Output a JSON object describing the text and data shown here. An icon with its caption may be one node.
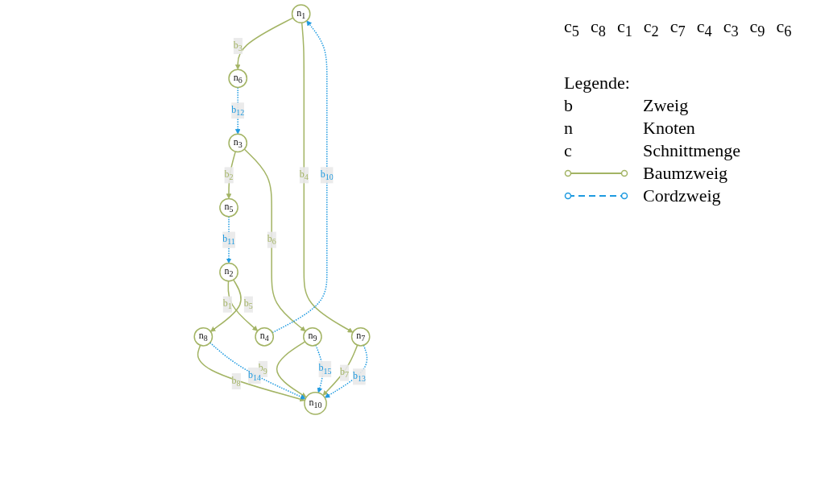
{
  "diagram": {
    "nodes": [
      {
        "text": [
          "n$_{1}$"
        ]
      },
      {
        "text": [
          "n$_{2}$"
        ]
      },
      {
        "text": [
          "n$_{3}$"
        ]
      },
      {
        "text": [
          "n$_{4}$"
        ]
      },
      {
        "text": [
          "n$_{5}$"
        ]
      },
      {
        "text": [
          "n$_{6}$"
        ]
      },
      {
        "text": [
          "n$_{7}$"
        ]
      },
      {
        "text": [
          "n$_{8}$"
        ]
      },
      {
        "text": [
          "n$_{9}$"
        ]
      },
      {
        "text": [
          "n$_{10}$"
        ]
      }
    ],
    "edges": [
      {
        "from": 1,
        "to": 3,
        "arrow": "to",
        "label": "b$_{1}$"
      },
      {
        "from": 2,
        "to": 4,
        "arrow": "to",
        "label": "b$_{2}$"
      },
      {
        "from": 0,
        "to": 5,
        "arrow": "to",
        "label": "b$_{3}$"
      },
      {
        "from": 0,
        "to": 6,
        "arrow": "to",
        "label": "b$_{4}$"
      },
      {
        "from": 1,
        "to": 7,
        "arrow": "to",
        "label": "b$_{5}$"
      },
      {
        "from": 2,
        "to": 8,
        "arrow": "to",
        "label": "b$_{6}$"
      },
      {
        "from": 6,
        "to": 9,
        "arrow": "to",
        "label": "b$_{7}$"
      },
      {
        "from": 7,
        "to": 9,
        "arrow": "to",
        "label": "b$_{8}$"
      },
      {
        "from": 8,
        "to": 9,
        "arrow": "to",
        "label": "b$_{9}$"
      },
      {
        "from": 3,
        "to": 0,
        "arrow": "to",
        "label": "b$_{10}$",
        "style": "dashed",
        "color": "#1e9ae0"
      },
      {
        "from": 4,
        "to": 1,
        "arrow": "to",
        "label": "b$_{11}$",
        "style": "dashed",
        "color": "#1e9ae0"
      },
      {
        "from": 5,
        "to": 2,
        "arrow": "to",
        "label": "b$_{12}$",
        "style": "dashed",
        "color": "#1e9ae0"
      },
      {
        "from": 6,
        "to": 9,
        "arrow": "to",
        "label": "b$_{13}$",
        "style": "dashed",
        "color": "#1e9ae0"
      },
      {
        "from": 7,
        "to": 9,
        "arrow": "to",
        "label": "b$_{14}$",
        "style": "dashed",
        "color": "#1e9ae0"
      },
      {
        "from": 8,
        "to": 9,
        "arrow": "to",
        "label": "b$_{15}$",
        "style": "dashed",
        "color": "#1e9ae0"
      }
    ],
    "labels": [
      "c$_{5}$",
      "c$_{8}$",
      "c$_{1}$",
      "c$_{2}$",
      "c$_{7}$",
      "c$_{4}$",
      "c$_{3}$",
      "c$_{9}$",
      "c$_{6}$",
      "Legende:",
      "b",
      "Zweig",
      "n",
      "Knoten",
      "c",
      "Schnittmenge"
    ],
    "legend": [
      {
        "text": "Baumzweig"
      },
      {
        "text": "Cordzweig"
      }
    ]
  }
}
